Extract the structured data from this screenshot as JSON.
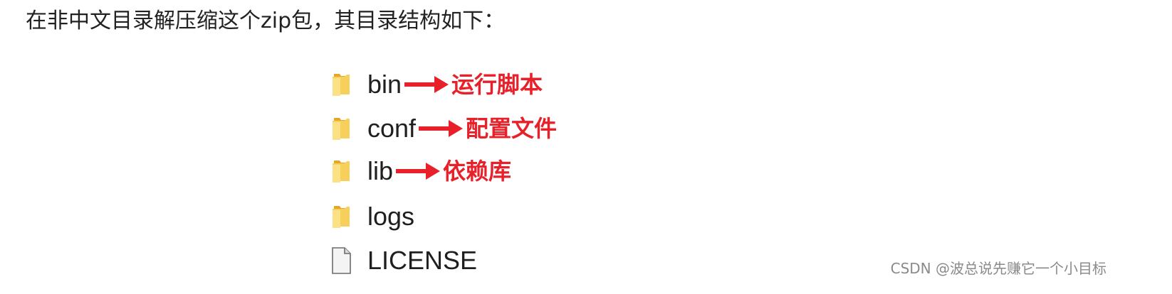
{
  "intro_text": "在非中文目录解压缩这个zip包，其目录结构如下：",
  "entries": [
    {
      "name": "bin",
      "type": "folder",
      "icon": "folder-icon",
      "annotation": "运行脚本"
    },
    {
      "name": "conf",
      "type": "folder",
      "icon": "folder-icon",
      "annotation": "配置文件"
    },
    {
      "name": "lib",
      "type": "folder",
      "icon": "folder-icon",
      "annotation": "依赖库"
    },
    {
      "name": "logs",
      "type": "folder",
      "icon": "folder-icon"
    },
    {
      "name": "LICENSE",
      "type": "file",
      "icon": "file-icon"
    }
  ],
  "colors": {
    "annotation": "#e8202a",
    "folder": "#f5c542",
    "text": "#222222"
  },
  "watermark": "CSDN @波总说先赚它一个小目标"
}
